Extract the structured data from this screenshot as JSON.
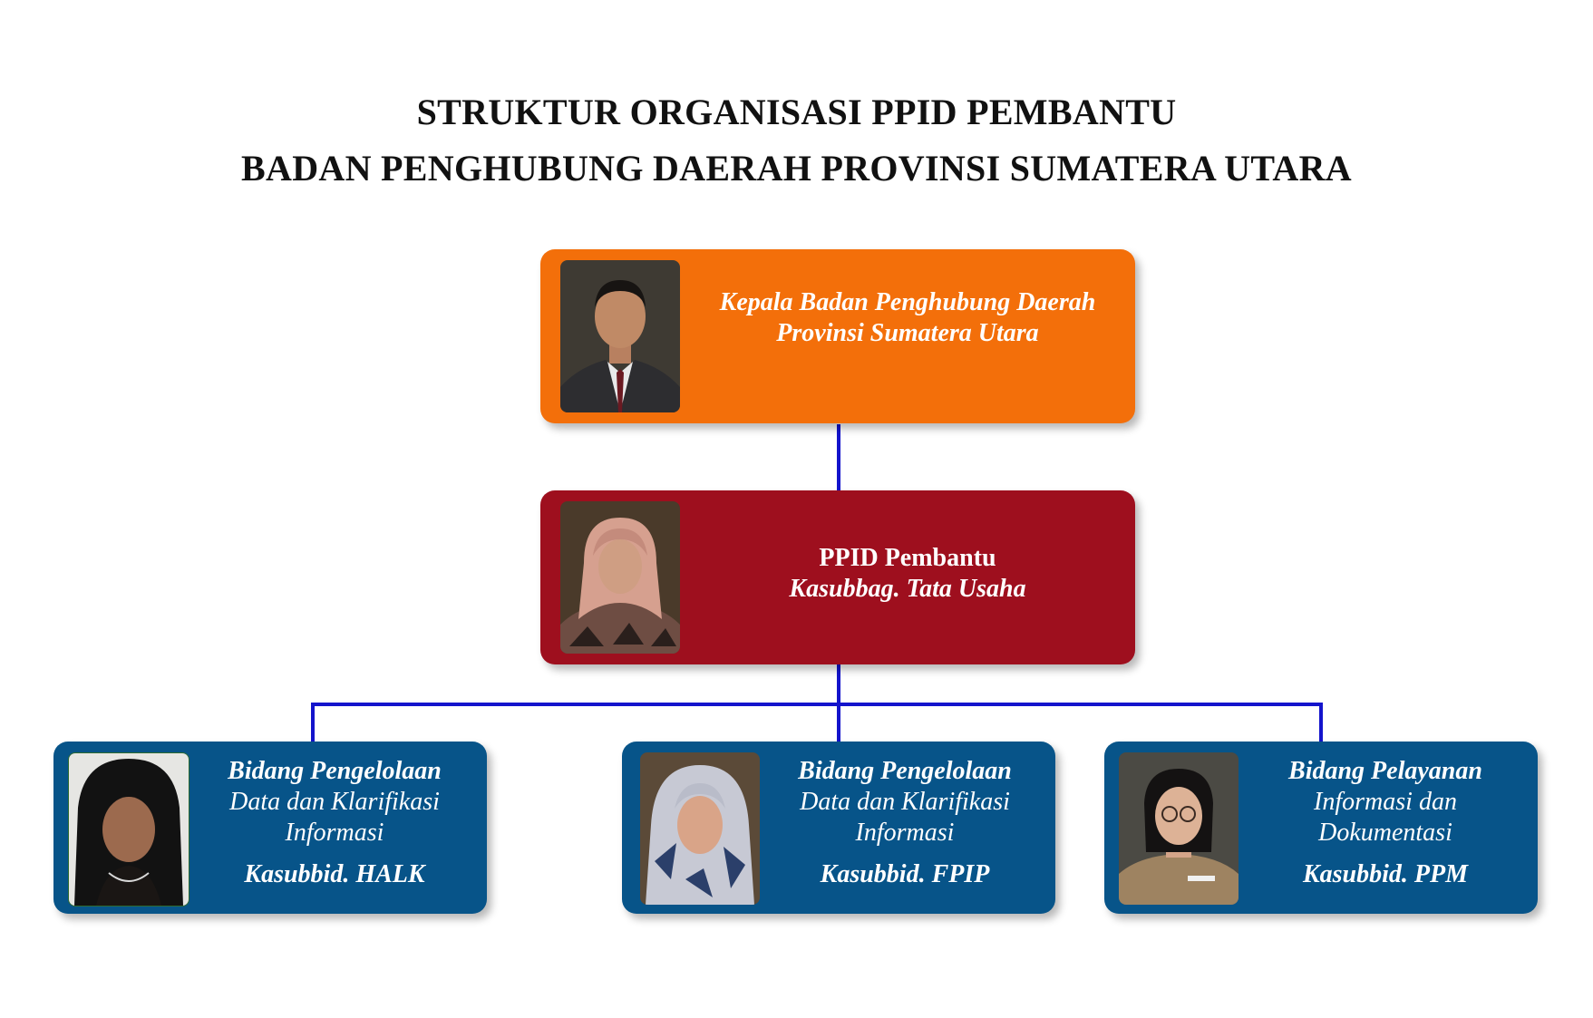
{
  "title": {
    "line1": "STRUKTUR ORGANISASI PPID PEMBANTU",
    "line2": "BADAN PENGHUBUNG DAERAH PROVINSI SUMATERA UTARA"
  },
  "colors": {
    "head_box": "#f36f0a",
    "ppid_box": "#9e0f1e",
    "division_box": "#075489",
    "connector": "#1414cc"
  },
  "head": {
    "line1": "Kepala Badan Penghubung Daerah",
    "line2": "Provinsi Sumatera Utara"
  },
  "ppid": {
    "line1": "PPID Pembantu",
    "line2": "Kasubbag. Tata Usaha"
  },
  "divisions": [
    {
      "line1": "Bidang Pengelolaan",
      "line2": "Data dan Klarifikasi",
      "line3": "Informasi",
      "role": "Kasubbid. HALK"
    },
    {
      "line1": "Bidang Pengelolaan",
      "line2": "Data dan Klarifikasi",
      "line3": "Informasi",
      "role": "Kasubbid. FPIP"
    },
    {
      "line1": "Bidang Pelayanan",
      "line2": "Informasi dan",
      "line3": "Dokumentasi",
      "role": "Kasubbid. PPM"
    }
  ]
}
